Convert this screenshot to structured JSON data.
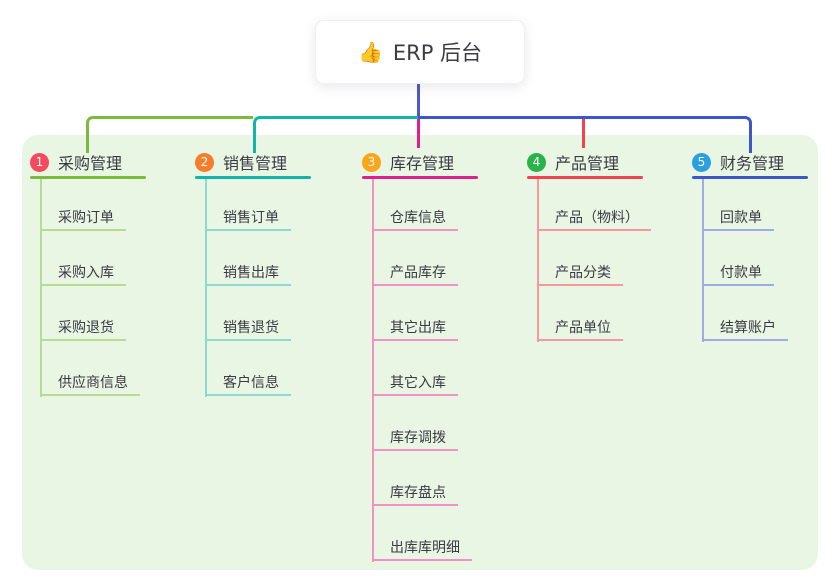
{
  "root": {
    "icon": "👍",
    "label": "ERP 后台"
  },
  "colors": {
    "root_connector": "#4c5ac8",
    "panel_bg": "#e9f6e3"
  },
  "branches": [
    {
      "num": "1",
      "label": "采购管理",
      "circle_color": "#f5495e",
      "line_color": "#7cba3d",
      "child_line_color": "#b5dc90",
      "children": [
        "采购订单",
        "采购入库",
        "采购退货",
        "供应商信息"
      ]
    },
    {
      "num": "2",
      "label": "销售管理",
      "circle_color": "#f57d2c",
      "line_color": "#13b5a9",
      "child_line_color": "#8ed9d0",
      "children": [
        "销售订单",
        "销售出库",
        "销售退货",
        "客户信息"
      ]
    },
    {
      "num": "3",
      "label": "库存管理",
      "circle_color": "#f9a61a",
      "line_color": "#df1f8e",
      "child_line_color": "#f191c4",
      "children": [
        "仓库信息",
        "产品库存",
        "其它出库",
        "其它入库",
        "库存调拨",
        "库存盘点",
        "出库库明细"
      ]
    },
    {
      "num": "4",
      "label": "产品管理",
      "circle_color": "#2bb34b",
      "line_color": "#f2434e",
      "child_line_color": "#f7989e",
      "children": [
        "产品（物料）",
        "产品分类",
        "产品单位"
      ]
    },
    {
      "num": "5",
      "label": "财务管理",
      "circle_color": "#2ba0dc",
      "line_color": "#3e56cc",
      "child_line_color": "#9dade2",
      "children": [
        "回款单",
        "付款单",
        "结算账户"
      ]
    }
  ]
}
